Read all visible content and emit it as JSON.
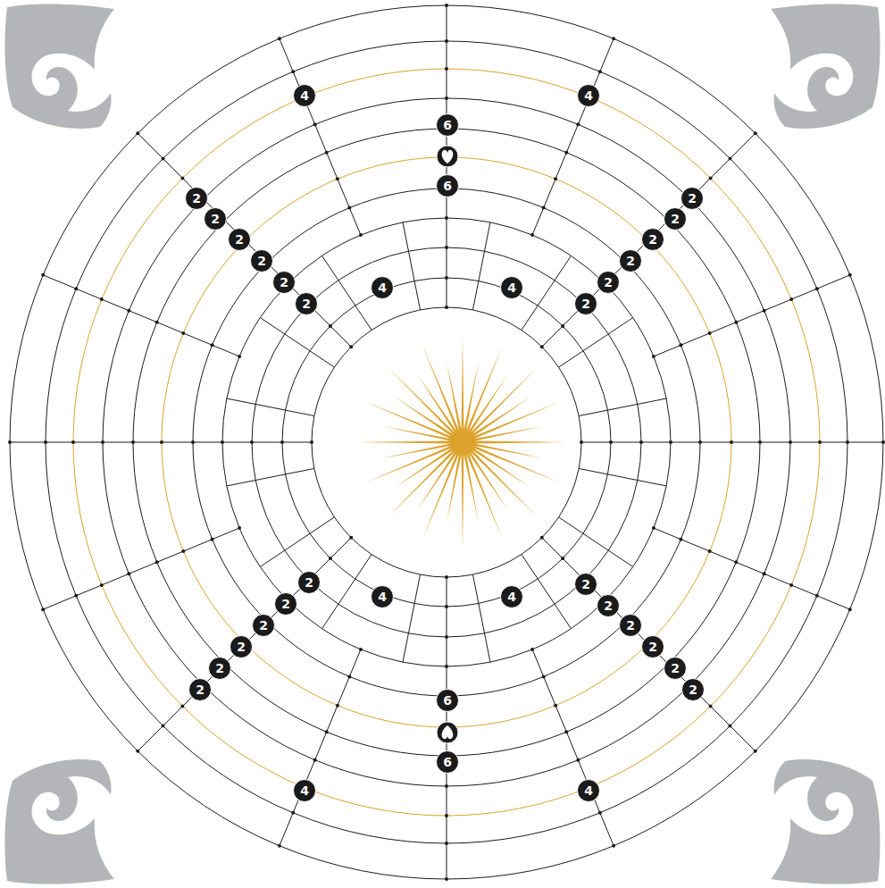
{
  "diagram": {
    "labels": [
      "4",
      "4",
      "6",
      "6",
      "2",
      "2",
      "2",
      "2",
      "2",
      "2",
      "2",
      "2",
      "2",
      "2",
      "2",
      "2",
      "4",
      "4",
      "2",
      "2",
      "2",
      "2",
      "2",
      "2",
      "2",
      "2",
      "2",
      "2",
      "2",
      "2",
      "4",
      "4",
      "6",
      "6",
      "4",
      "4"
    ]
  }
}
